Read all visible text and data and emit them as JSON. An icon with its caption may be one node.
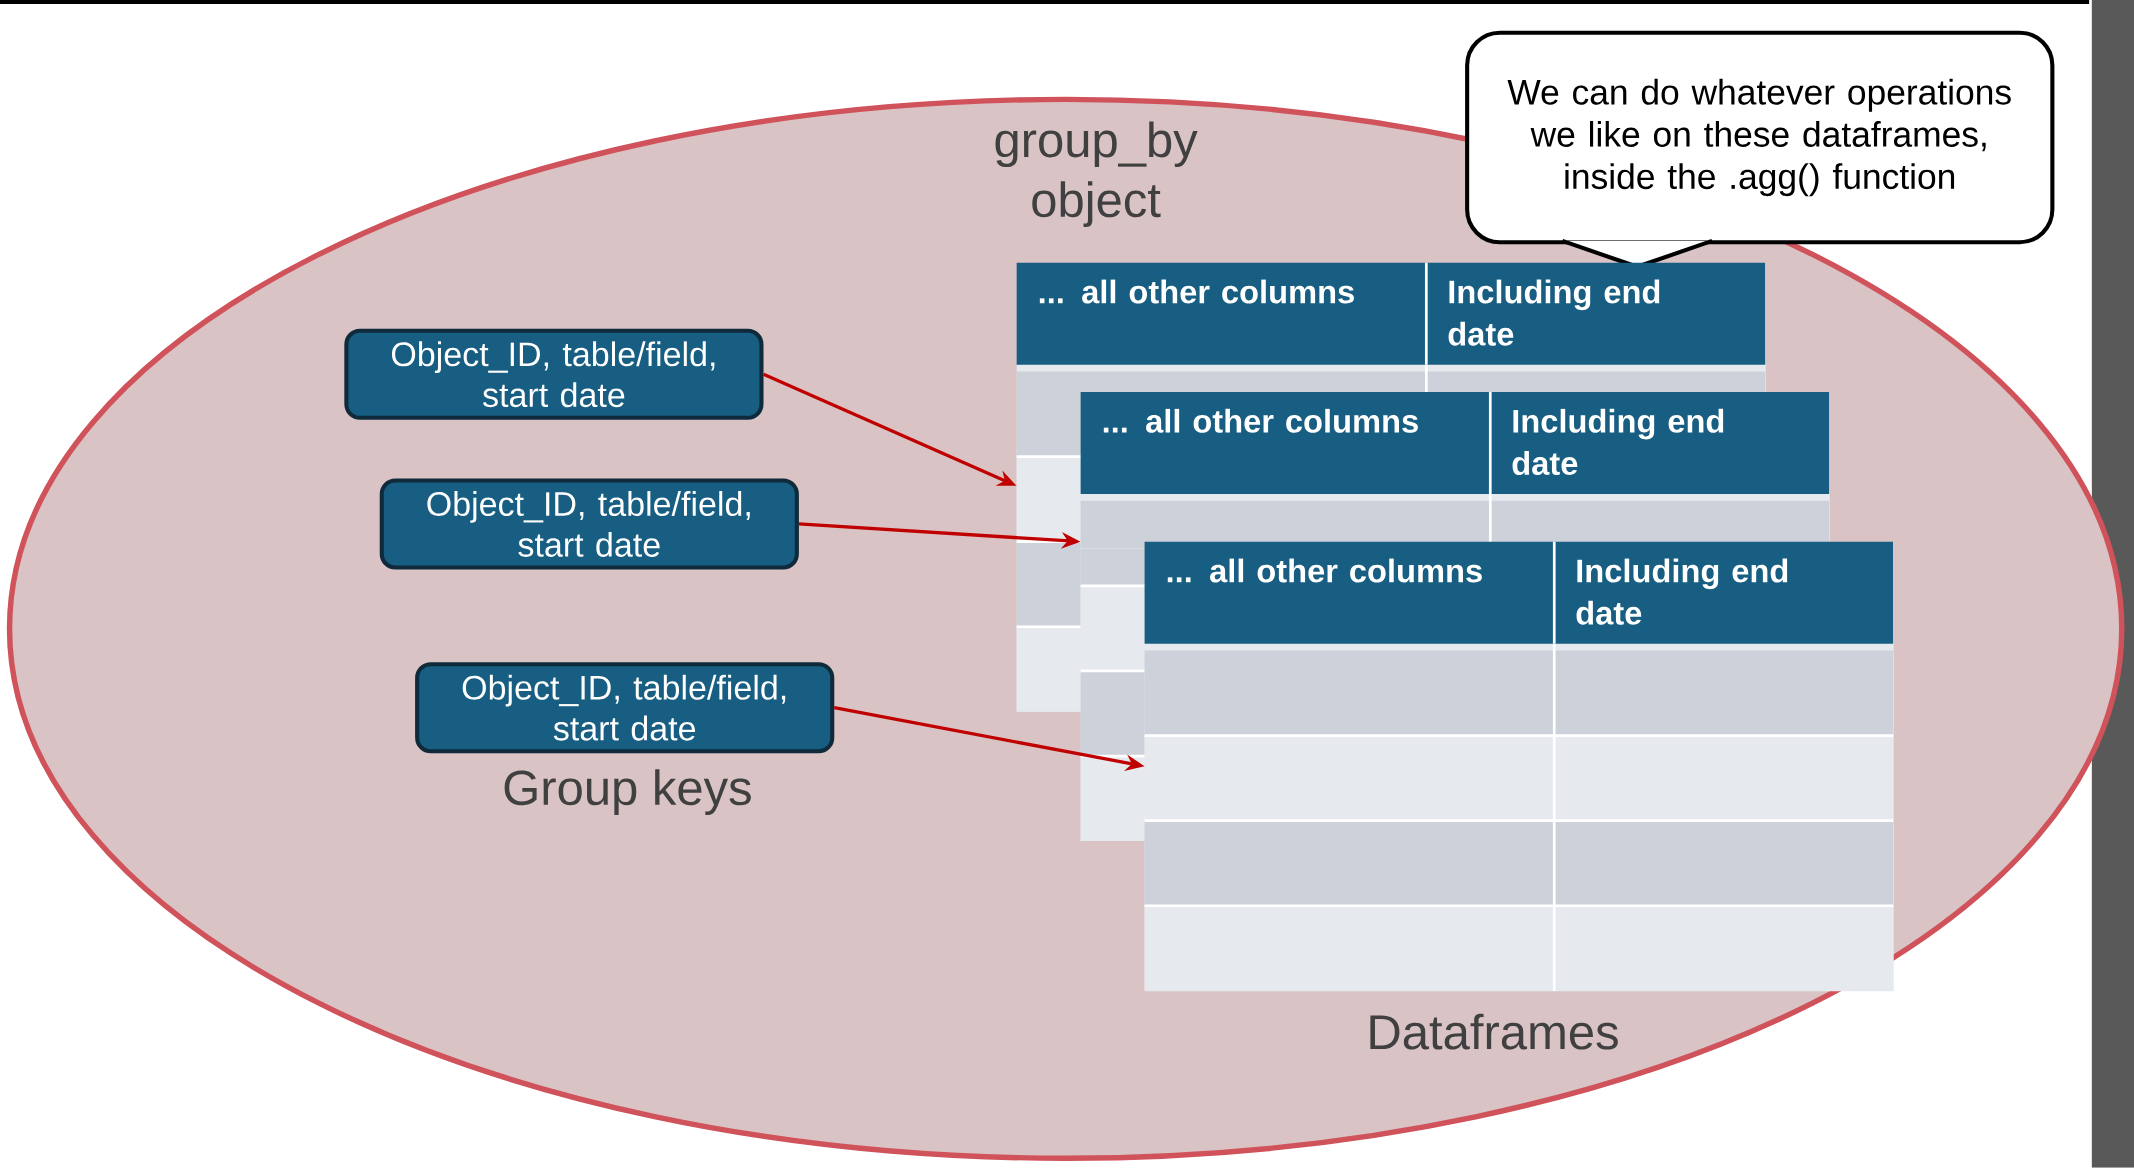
{
  "diagram": {
    "nodes": [
      {
        "text": [
          "group_by object"
        ]
      },
      {
        "text": [
          "We can do whatever operations we like on these dataframes, inside the .agg() function"
        ]
      },
      {
        "text": [
          "Object_ID, table/field, start date"
        ],
        "in": 0
      },
      {
        "text": [
          "Object_ID, table/field, start date"
        ],
        "in": 0
      },
      {
        "text": [
          "Object_ID, table/field, start date"
        ],
        "in": 0
      },
      {
        "text": [
          "... all other columns",
          "Including end date"
        ],
        "in": 0
      },
      {
        "text": [
          "... all other columns",
          "Including end date"
        ],
        "in": 0
      },
      {
        "text": [
          "... all other columns",
          "Including end date"
        ],
        "in": 0
      }
    ],
    "edges": [
      {
        "from": 2,
        "to": 5,
        "arrow": "to"
      },
      {
        "from": 3,
        "to": 6,
        "arrow": "to"
      },
      {
        "from": 4,
        "to": 7,
        "arrow": "to"
      }
    ],
    "labels": [
      "Group keys",
      "Dataframes"
    ]
  }
}
